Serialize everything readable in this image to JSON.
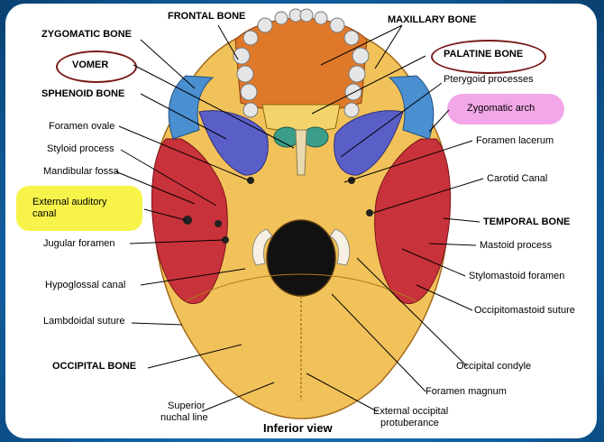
{
  "colors": {
    "yellow_highlight": "#f7f34a",
    "pink_highlight": "#f2a8e8",
    "circle": "#7a1a1a",
    "bone": "#f2c25a",
    "temporal": "#c8323a",
    "sphenoid": "#5a5fc8",
    "zygomatic": "#4a8fd0",
    "maxilla": "#e0782a",
    "palatine": "#f3d46a"
  },
  "labels": {
    "frontal_bone": "FRONTAL BONE",
    "maxillary_bone": "MAXILLARY BONE",
    "zygomatic_bone": "ZYGOMATIC BONE",
    "palatine_bone": "PALATINE BONE",
    "vomer": "VOMER",
    "pterygoid": "Pterygoid processes",
    "sphenoid_bone": "SPHENOID BONE",
    "zygomatic_arch": "Zygomatic arch",
    "foramen_ovale": "Foramen ovale",
    "foramen_lacerum": "Foramen lacerum",
    "styloid_process": "Styloid process",
    "mandibular_fossa": "Mandibular fossa",
    "carotid_canal": "Carotid Canal",
    "external_auditory_line1": "External auditory",
    "external_auditory_line2": "canal",
    "temporal_bone": "TEMPORAL BONE",
    "jugular_foramen": "Jugular foramen",
    "mastoid_process": "Mastoid process",
    "stylomastoid_foramen": "Stylomastoid foramen",
    "hypoglossal_canal": "Hypoglossal canal",
    "occipitomastoid_suture": "Occipitomastoid suture",
    "lambdoidal_suture": "Lambdoidal suture",
    "occipital_condyle": "Occipital condyle",
    "occipital_bone": "OCCIPITAL BONE",
    "foramen_magnum": "Foramen magnum",
    "superior_nuchal_line1": "Superior",
    "superior_nuchal_line2": "nuchal line",
    "external_occipital_line1": "External occipital",
    "external_occipital_line2": "protuberance",
    "view_title": "Inferior view"
  }
}
